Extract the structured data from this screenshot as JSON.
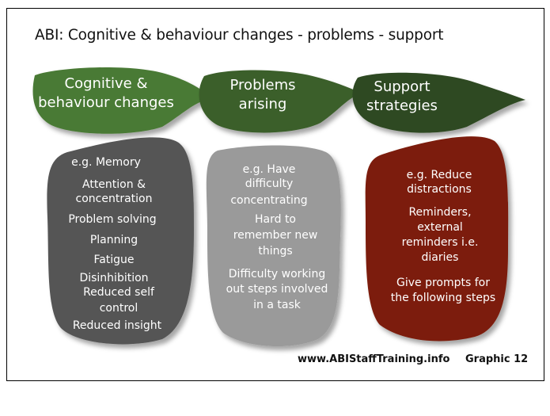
{
  "title": "ABI: Cognitive & behaviour changes - problems - support",
  "columns": [
    {
      "header": [
        "Cognitive &",
        "behaviour changes"
      ],
      "items": [
        "e.g. Memory",
        "Attention &",
        "concentration",
        "Problem solving",
        "Planning",
        "Fatigue",
        "Disinhibition",
        "Reduced self",
        "control",
        "Reduced insight"
      ],
      "header_color": "#4a7a34",
      "body_color": "#555555"
    },
    {
      "header": [
        "Problems",
        "arising"
      ],
      "items": [
        "e.g. Have",
        "difficulty",
        "concentrating",
        "Hard to",
        "remember new",
        "things",
        "Difficulty working",
        "out steps involved",
        "in a task"
      ],
      "header_color": "#3b5e2a",
      "body_color": "#9a9a9a"
    },
    {
      "header": [
        "Support",
        "strategies"
      ],
      "items": [
        "e.g. Reduce",
        "distractions",
        "Reminders,",
        "external",
        "reminders i.e.",
        "diaries",
        "Give prompts for",
        "the following steps"
      ],
      "header_color": "#2f4a22",
      "body_color": "#7b1f0a"
    }
  ],
  "footer": {
    "website": "www.ABIStaffTraining.info",
    "graphic": "Graphic 12"
  }
}
